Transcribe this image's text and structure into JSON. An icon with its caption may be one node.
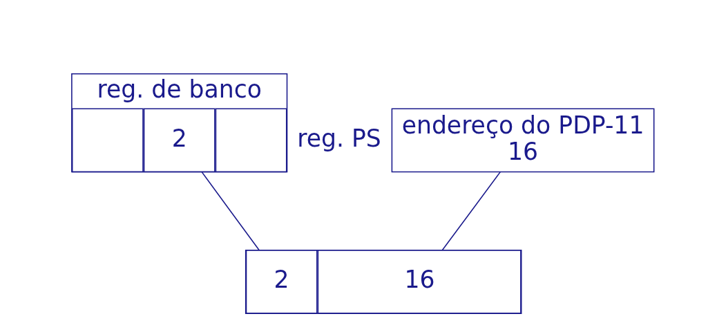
{
  "diagram": {
    "nodes": [
      {
        "text": [
          "reg. de banco"
        ],
        "beside": [
          "reg. PS"
        ]
      },
      {
        "text": [],
        "shape": "box",
        "in": 0
      },
      {
        "text": [
          "2"
        ],
        "in": 0
      },
      {
        "text": [],
        "shape": "box",
        "in": 0
      },
      {
        "text": [
          "endereço do PDP-11",
          "16"
        ]
      },
      {
        "text": [],
        "shape": "box"
      },
      {
        "text": [
          "2"
        ],
        "in": 5
      },
      {
        "text": [
          "16"
        ],
        "in": 5
      }
    ],
    "edges": [
      {
        "from": 2,
        "to": 6,
        "arrow": "none"
      },
      {
        "from": 4,
        "to": 7,
        "arrow": "none"
      }
    ]
  }
}
